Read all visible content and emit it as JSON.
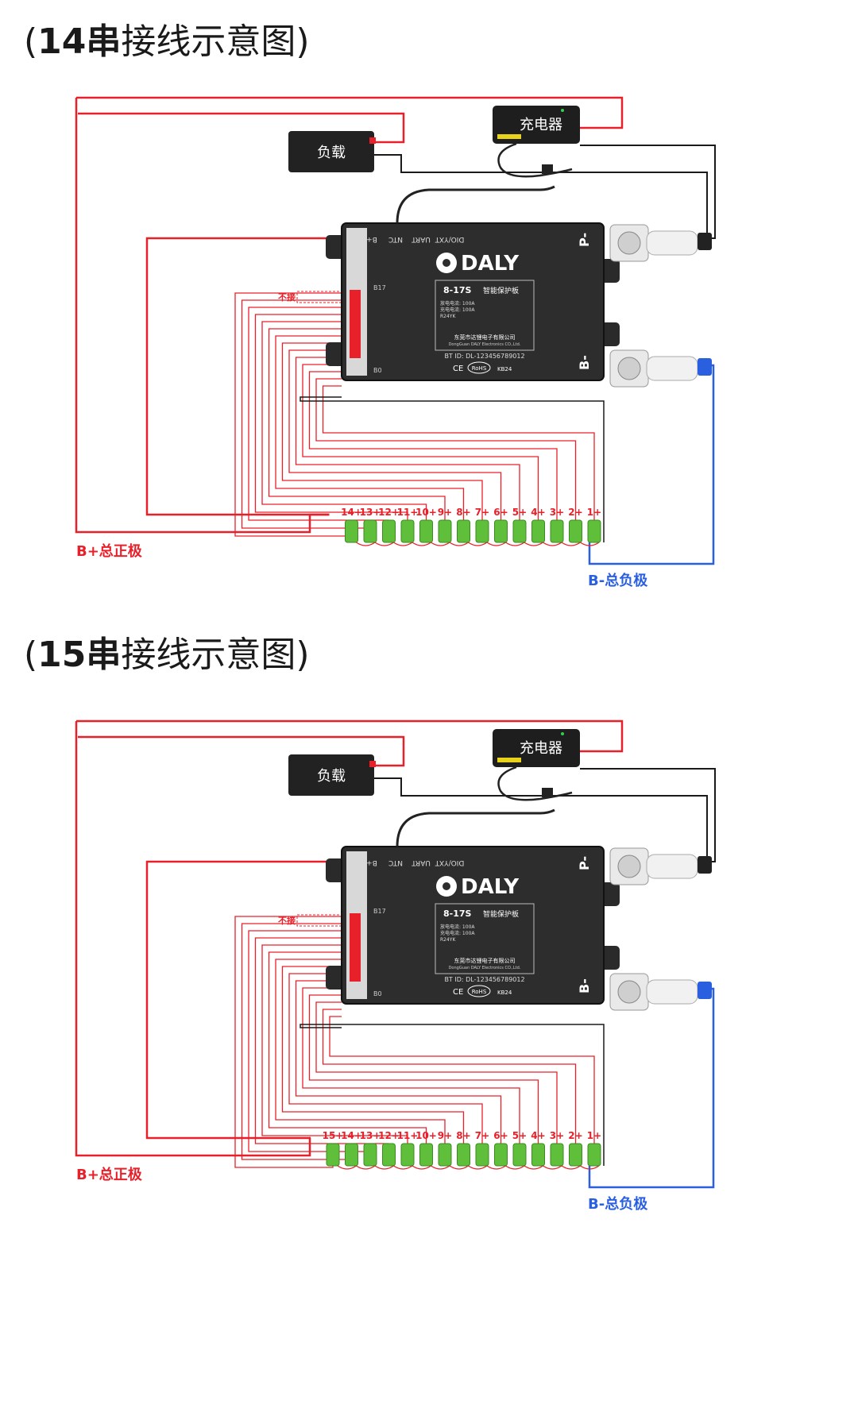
{
  "sections": [
    {
      "title": {
        "open": "(",
        "strong": "14串",
        "rest": "接线示意图",
        "close": ")"
      },
      "cell_count": 14,
      "cell_labels": [
        "14+",
        "13+",
        "12+",
        "11+",
        "10+",
        "9+",
        "8+",
        "7+",
        "6+",
        "5+",
        "4+",
        "3+",
        "2+",
        "1+"
      ],
      "b_plus_label": "B+总正极",
      "b_minus_label": "B-总负极"
    },
    {
      "title": {
        "open": "(",
        "strong": "15串",
        "rest": "接线示意图",
        "close": ")"
      },
      "cell_count": 15,
      "cell_labels": [
        "15+",
        "14+",
        "13+",
        "12+",
        "11+",
        "10+",
        "9+",
        "8+",
        "7+",
        "6+",
        "5+",
        "4+",
        "3+",
        "2+",
        "1+"
      ],
      "b_plus_label": "B+总正极",
      "b_minus_label": "B-总负极"
    }
  ],
  "load_label": "负载",
  "charger_label": "充电器",
  "unconnected_label": "不接",
  "device": {
    "brand": "DALY",
    "model": "8-17S",
    "product": "智能保护板",
    "spec_lines": [
      "放电电流: 100A",
      "充电电流: 100A",
      "R24YK"
    ],
    "company_cn": "东莞市达锂电子有限公司",
    "company_en": "DongGuan DALY Electronics CO.,Ltd.",
    "bt_id": "BT ID: DL-123456789012",
    "cert": "CE",
    "rohs": "RoHS",
    "batch": "KB24",
    "port_labels": [
      "B+",
      "NTC",
      "UART",
      "DIO/YXT"
    ],
    "p_minus": "P-",
    "b_minus": "B-",
    "b17": "B17",
    "b0": "B0"
  },
  "colors": {
    "red": "#e8202a",
    "blue": "#2a5fe0",
    "black": "#1a1a1a",
    "cell": "#5fbf3a"
  }
}
